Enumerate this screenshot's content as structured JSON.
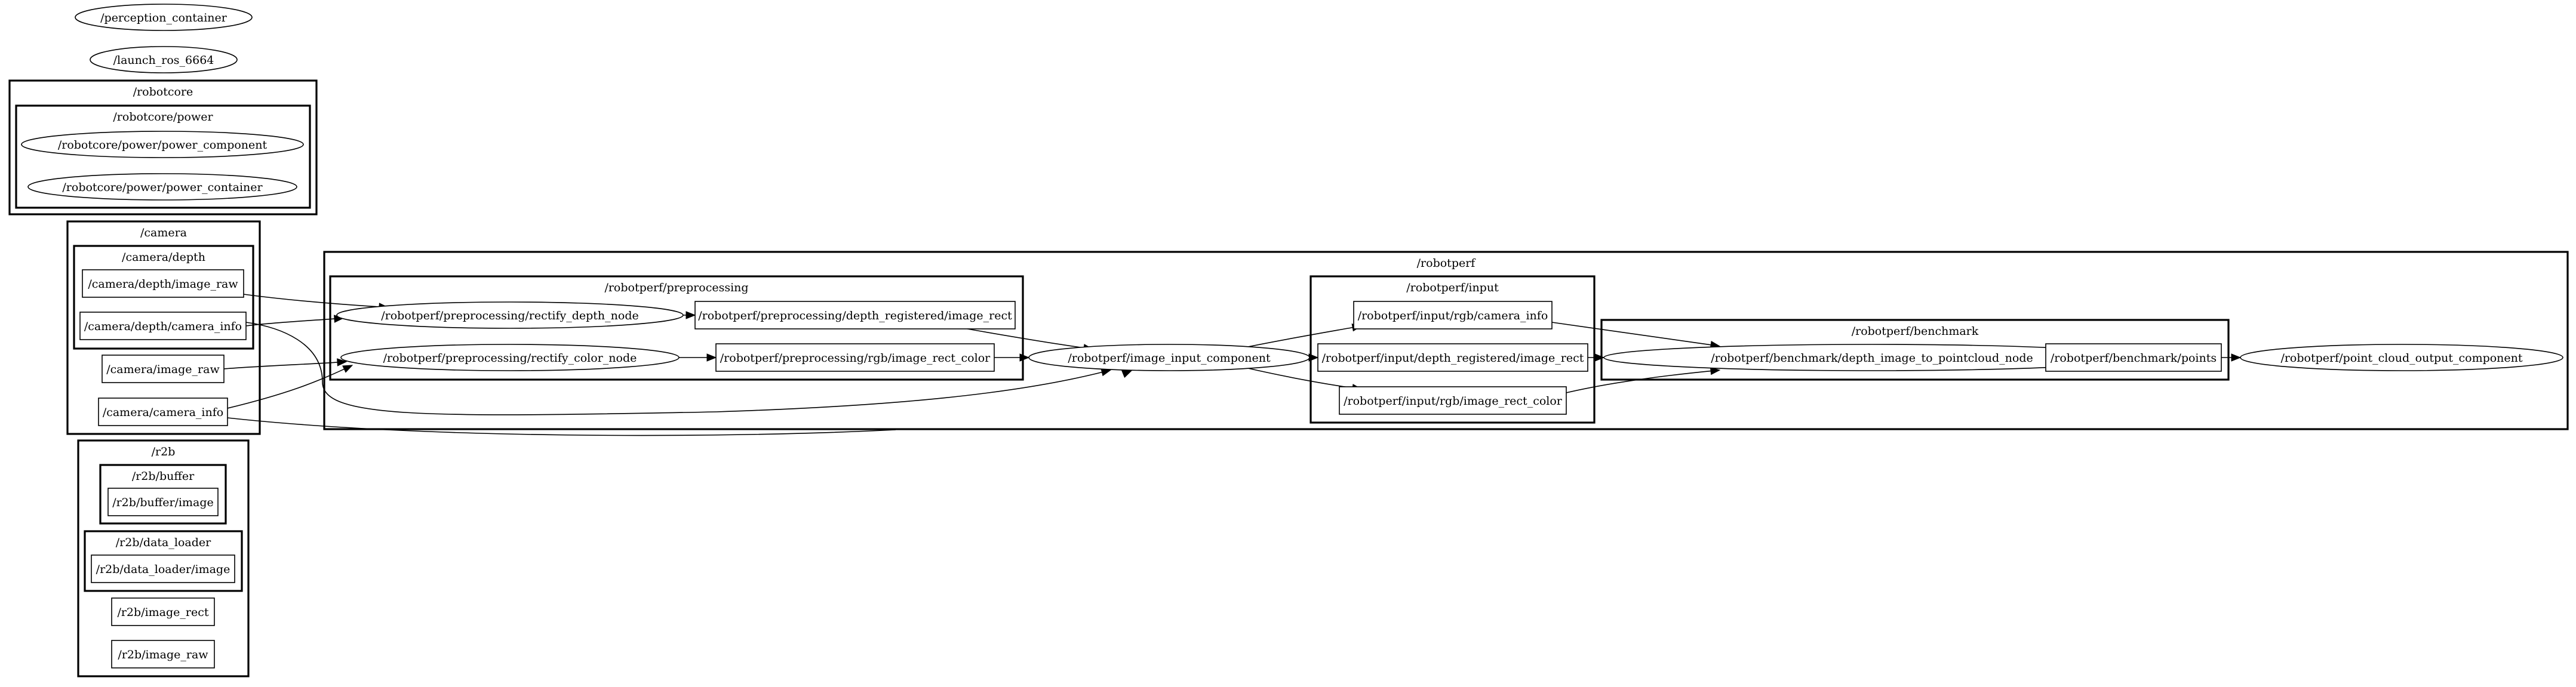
{
  "graph": {
    "clusters": [
      {
        "id": "c_robotcore",
        "label": "/robotcore"
      },
      {
        "id": "c_robotcore_power",
        "label": "/robotcore/power"
      },
      {
        "id": "c_camera",
        "label": "/camera"
      },
      {
        "id": "c_camera_depth",
        "label": "/camera/depth"
      },
      {
        "id": "c_r2b",
        "label": "/r2b"
      },
      {
        "id": "c_r2b_buffer",
        "label": "/r2b/buffer"
      },
      {
        "id": "c_r2b_data_loader",
        "label": "/r2b/data_loader"
      },
      {
        "id": "c_robotperf",
        "label": "/robotperf"
      },
      {
        "id": "c_robotperf_preprocessing",
        "label": "/robotperf/preprocessing"
      },
      {
        "id": "c_robotperf_input",
        "label": "/robotperf/input"
      },
      {
        "id": "c_robotperf_benchmark",
        "label": "/robotperf/benchmark"
      }
    ],
    "nodes": [
      {
        "id": "perception_container",
        "label": "/perception_container",
        "shape": "ellipse"
      },
      {
        "id": "launch_ros",
        "label": "/launch_ros_6664",
        "shape": "ellipse"
      },
      {
        "id": "power_component",
        "label": "/robotcore/power/power_component",
        "shape": "ellipse"
      },
      {
        "id": "power_container",
        "label": "/robotcore/power/power_container",
        "shape": "ellipse"
      },
      {
        "id": "depth_image_raw",
        "label": "/camera/depth/image_raw",
        "shape": "box"
      },
      {
        "id": "depth_camera_info",
        "label": "/camera/depth/camera_info",
        "shape": "box"
      },
      {
        "id": "camera_image_raw",
        "label": "/camera/image_raw",
        "shape": "box"
      },
      {
        "id": "camera_camera_info",
        "label": "/camera/camera_info",
        "shape": "box"
      },
      {
        "id": "r2b_buffer_image",
        "label": "/r2b/buffer/image",
        "shape": "box"
      },
      {
        "id": "r2b_data_loader_image",
        "label": "/r2b/data_loader/image",
        "shape": "box"
      },
      {
        "id": "r2b_image_rect",
        "label": "/r2b/image_rect",
        "shape": "box"
      },
      {
        "id": "r2b_image_raw",
        "label": "/r2b/image_raw",
        "shape": "box"
      },
      {
        "id": "rectify_depth_node",
        "label": "/robotperf/preprocessing/rectify_depth_node",
        "shape": "ellipse"
      },
      {
        "id": "depth_registered_image_rect",
        "label": "/robotperf/preprocessing/depth_registered/image_rect",
        "shape": "box"
      },
      {
        "id": "rectify_color_node",
        "label": "/robotperf/preprocessing/rectify_color_node",
        "shape": "ellipse"
      },
      {
        "id": "rgb_image_rect_color",
        "label": "/robotperf/preprocessing/rgb/image_rect_color",
        "shape": "box"
      },
      {
        "id": "image_input_component",
        "label": "/robotperf/image_input_component",
        "shape": "ellipse"
      },
      {
        "id": "input_rgb_camera_info",
        "label": "/robotperf/input/rgb/camera_info",
        "shape": "box"
      },
      {
        "id": "input_depth_registered_image_rect",
        "label": "/robotperf/input/depth_registered/image_rect",
        "shape": "box"
      },
      {
        "id": "input_rgb_image_rect_color",
        "label": "/robotperf/input/rgb/image_rect_color",
        "shape": "box"
      },
      {
        "id": "depth_image_to_pointcloud_node",
        "label": "/robotperf/benchmark/depth_image_to_pointcloud_node",
        "shape": "ellipse"
      },
      {
        "id": "benchmark_points",
        "label": "/robotperf/benchmark/points",
        "shape": "box"
      },
      {
        "id": "point_cloud_output_component",
        "label": "/robotperf/point_cloud_output_component",
        "shape": "ellipse"
      }
    ],
    "edges": [
      {
        "from": "depth_image_raw",
        "to": "rectify_depth_node"
      },
      {
        "from": "depth_camera_info",
        "to": "rectify_depth_node"
      },
      {
        "from": "depth_camera_info",
        "to": "image_input_component"
      },
      {
        "from": "camera_image_raw",
        "to": "rectify_color_node"
      },
      {
        "from": "camera_camera_info",
        "to": "rectify_color_node"
      },
      {
        "from": "camera_camera_info",
        "to": "image_input_component"
      },
      {
        "from": "rectify_depth_node",
        "to": "depth_registered_image_rect"
      },
      {
        "from": "rectify_color_node",
        "to": "rgb_image_rect_color"
      },
      {
        "from": "depth_registered_image_rect",
        "to": "image_input_component"
      },
      {
        "from": "rgb_image_rect_color",
        "to": "image_input_component"
      },
      {
        "from": "image_input_component",
        "to": "input_rgb_camera_info"
      },
      {
        "from": "image_input_component",
        "to": "input_depth_registered_image_rect"
      },
      {
        "from": "image_input_component",
        "to": "input_rgb_image_rect_color"
      },
      {
        "from": "input_rgb_camera_info",
        "to": "depth_image_to_pointcloud_node"
      },
      {
        "from": "input_depth_registered_image_rect",
        "to": "depth_image_to_pointcloud_node"
      },
      {
        "from": "input_rgb_image_rect_color",
        "to": "depth_image_to_pointcloud_node"
      },
      {
        "from": "depth_image_to_pointcloud_node",
        "to": "benchmark_points"
      },
      {
        "from": "benchmark_points",
        "to": "point_cloud_output_component"
      }
    ]
  }
}
